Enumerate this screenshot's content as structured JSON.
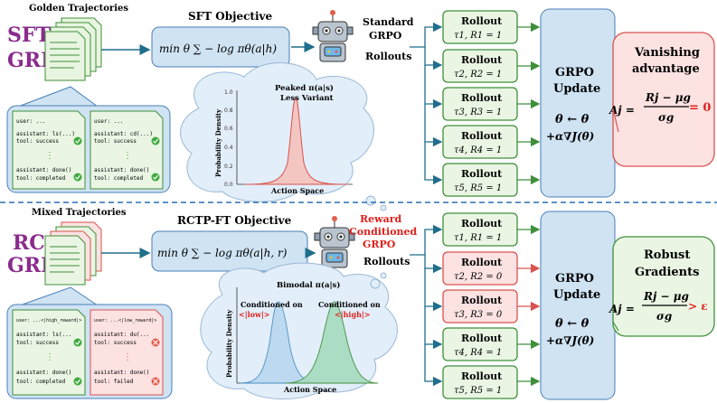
{
  "colors": {
    "purple": "#8a2b8d",
    "teal_arrow": "#1f6e8c",
    "blue_box_fill": "#cfe3f3",
    "blue_box_stroke": "#4a7fb5",
    "green_fill": "#eaf6e3",
    "green_stroke": "#3f8f3a",
    "red_fill": "#fde2e2",
    "red_stroke": "#d9534f",
    "red_text": "#e0201b",
    "cloud_fill": "#e2eef9",
    "dashed_divider": "#2a6fb0"
  },
  "top": {
    "method_label": [
      "SFT +",
      "GRPO"
    ],
    "trajectories_label": "Golden Trajectories",
    "objective_title": "SFT Objective",
    "objective_formula": "min θ ∑ − log πθ(a|h)",
    "rollouts_header": [
      "Standard",
      "GRPO",
      "Rollouts"
    ],
    "rollouts": [
      {
        "title": "Rollout",
        "sub": "τ1, R1 = 1"
      },
      {
        "title": "Rollout",
        "sub": "τ2, R2 = 1"
      },
      {
        "title": "Rollout",
        "sub": "τ3, R3 = 1"
      },
      {
        "title": "Rollout",
        "sub": "τ4, R4 = 1"
      },
      {
        "title": "Rollout",
        "sub": "τ5, R5 = 1"
      }
    ],
    "update": {
      "title": [
        "GRPO",
        "Update"
      ],
      "rule": [
        "θ ← θ",
        "+α∇J(θ)"
      ]
    },
    "advantage": {
      "title": [
        "Vanishing",
        "advantage"
      ],
      "formula_lhs": "Aj =",
      "numerator": "Rj − μg",
      "denominator": "σg",
      "result": "= 0"
    },
    "plot": {
      "title": [
        "Peaked π(a|s)",
        "Less Variant"
      ],
      "ylabel": "Probability Density",
      "xlabel": "Action Space",
      "yticks": [
        "0.0",
        "0.2",
        "0.4",
        "0.6",
        "0.8",
        "1.0"
      ]
    },
    "doc": {
      "user": "user: ...",
      "asst1": "assistant: ls(...)",
      "tool1": "tool: success",
      "asst1b": "assistant: cd(...)",
      "tool1b": "tool: success",
      "asst2": "assistant: done()",
      "tool2": "tool: completed"
    }
  },
  "bottom": {
    "method_label": [
      "RC-",
      "GRPO"
    ],
    "trajectories_label": "Mixed Trajectories",
    "objective_title": "RCTP-FT Objective",
    "objective_formula": "min θ ∑ − log πθ(a|h, r)",
    "rollouts_header_red": [
      "Reward",
      "Conditioned",
      "GRPO"
    ],
    "rollouts_header": "Rollouts",
    "rollouts": [
      {
        "title": "Rollout",
        "sub": "τ1, R1 = 1",
        "status": "success"
      },
      {
        "title": "Rollout",
        "sub": "τ2, R2 = 0",
        "status": "fail"
      },
      {
        "title": "Rollout",
        "sub": "τ3, R3 = 0",
        "status": "fail"
      },
      {
        "title": "Rollout",
        "sub": "τ4, R4 = 1",
        "status": "success"
      },
      {
        "title": "Rollout",
        "sub": "τ5, R5 = 1",
        "status": "success"
      }
    ],
    "update": {
      "title": [
        "GRPO",
        "Update"
      ],
      "rule": [
        "θ ← θ",
        "+α∇J(θ)"
      ]
    },
    "advantage": {
      "title": [
        "Robust",
        "Gradients"
      ],
      "formula_lhs": "Aj =",
      "numerator": "Rj − μg",
      "denominator": "σg",
      "result": "> ε"
    },
    "plot": {
      "title": "Bimodal π(a|s)",
      "ylabel": "Probability Density",
      "xlabel": "Action Space",
      "left_label": [
        "Conditioned on",
        "<|low|>"
      ],
      "right_label": [
        "Conditioned on",
        "<|high|>"
      ]
    },
    "doc": {
      "user_good": "user: ...<|high_reward|>",
      "user_bad": "user: ...<|low_reward|>",
      "asst1": "assistant: ls(...",
      "tool1": "tool: success",
      "asst1b": "assistant: du(...",
      "tool1b": "tool: success",
      "asst2": "assistant: done()",
      "tool2": "tool: completed",
      "asst2b": "assistant: done()",
      "tool2b": "tool: failed"
    }
  }
}
